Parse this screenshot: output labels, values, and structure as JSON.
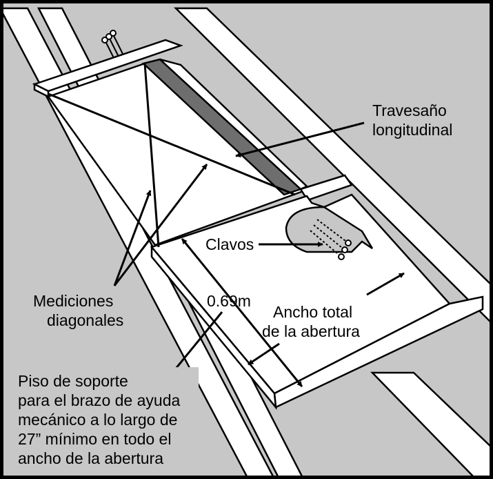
{
  "labels": {
    "travesano_line1": "Travesaño",
    "travesano_line2": "longitudinal",
    "clavos": "Clavos",
    "mediciones_line1": "Mediciones",
    "mediciones_line2": "diagonales",
    "dimension": "0.69m",
    "ancho_line1": "Ancho total",
    "ancho_line2": "de la abertura",
    "piso_line1": "Piso de soporte",
    "piso_line2": "para el brazo de ayuda",
    "piso_line3": "mecánico a lo largo de",
    "piso_line4": "27” mínimo en todo el",
    "piso_line5": "ancho de la abertura"
  },
  "colors": {
    "background": "#c7c7c7",
    "wood": "#ffffff",
    "outline": "#000000",
    "joist_dark": "#6e6e6e"
  }
}
